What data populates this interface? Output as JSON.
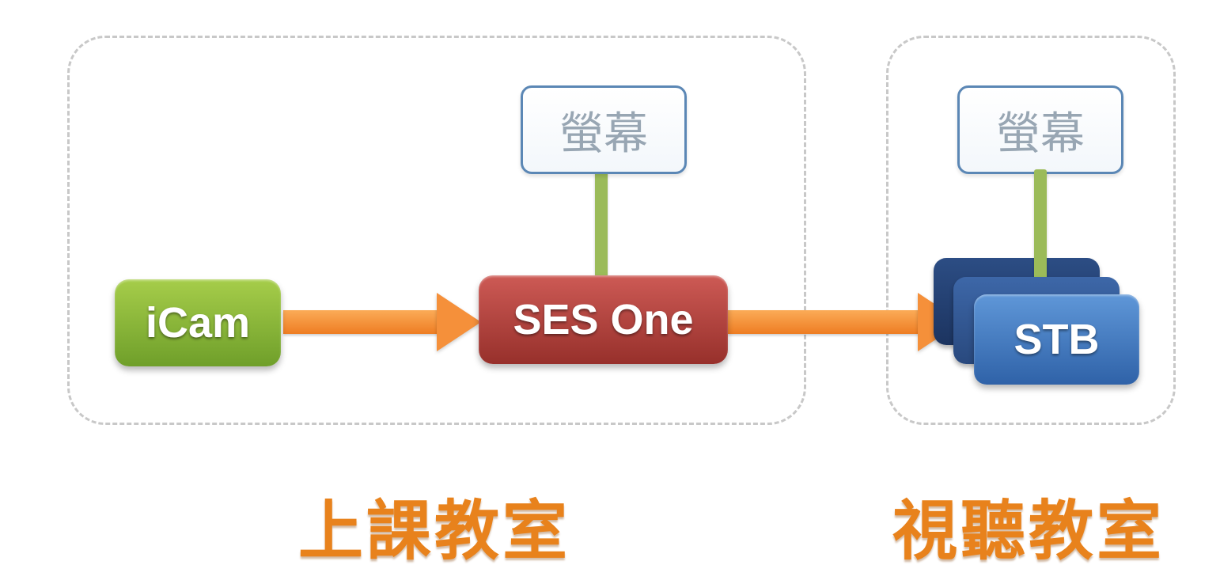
{
  "diagram": {
    "zones": {
      "classroom": {
        "label": "上課教室"
      },
      "av_room": {
        "label": "視聽教室"
      }
    },
    "nodes": {
      "icam": {
        "label": "iCam"
      },
      "ses_one": {
        "label": "SES One"
      },
      "stb": {
        "label": "STB"
      },
      "screen_classroom": {
        "label": "螢幕"
      },
      "screen_av": {
        "label": "螢幕"
      }
    },
    "colors": {
      "arrow_orange": "#F5903A",
      "icam_green": "#8CB63C",
      "ses_red": "#BE4B48",
      "stb_blue": "#4F81BD",
      "connector_green": "#9BBB59",
      "screen_border": "#5B87B5",
      "label_orange": "#E8821C",
      "dashed_border": "#C8C8C8"
    }
  }
}
